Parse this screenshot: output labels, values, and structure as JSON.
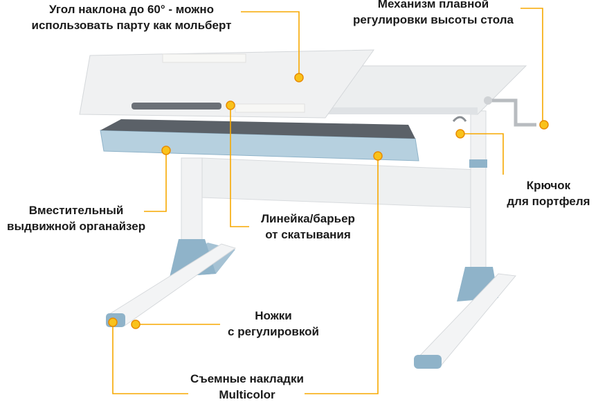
{
  "colors": {
    "accent": "#f7a800",
    "sun": "#f9c21b",
    "desk_top": "#eceeef",
    "leg_accent": "#8fb3c9",
    "frame": "#e6e8ea"
  },
  "labels": {
    "tilt": {
      "line1": "Угол наклона до 60° - можно",
      "line2": "использовать парту как мольберт"
    },
    "height": {
      "line1": "Механизм плавной",
      "line2": "регулировки высоты стола"
    },
    "hook": {
      "line1": "Крючок",
      "line2": "для портфеля"
    },
    "organizer": {
      "line1": "Вместительный",
      "line2": "выдвижной органайзер"
    },
    "ruler": {
      "line1": "Линейка/барьер",
      "line2": "от скатывания"
    },
    "legs": {
      "line1": "Ножки",
      "line2": "с регулировкой"
    },
    "covers": {
      "line1": "Съемные накладки",
      "line2": "Multicolor"
    }
  }
}
